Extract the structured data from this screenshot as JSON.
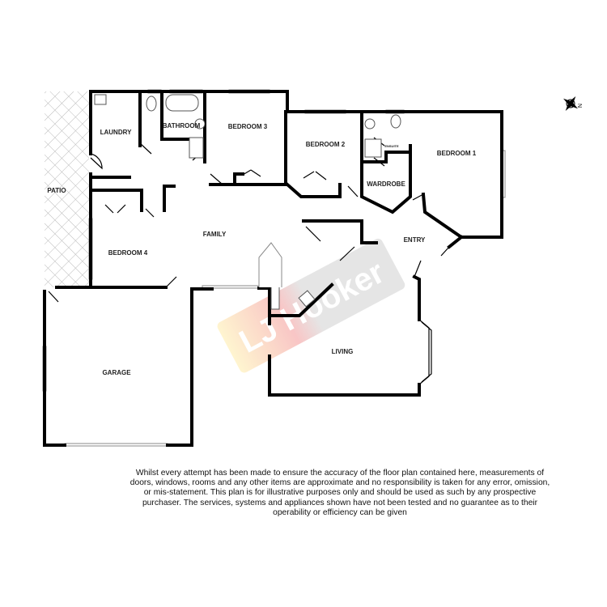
{
  "rooms": {
    "laundry": "LAUNDRY",
    "bathroom": "BATHROOM",
    "bedroom3": "BEDROOM 3",
    "bedroom2": "BEDROOM 2",
    "ensuite": "ENSUITE",
    "bedroom1": "BEDROOM 1",
    "wardrobe": "WARDROBE",
    "patio": "PATIO",
    "family": "FAMILY",
    "bedroom4": "BEDROOM 4",
    "entry": "ENTRY",
    "living": "LIVING",
    "garage": "GARAGE"
  },
  "watermark": "LJ Hooker",
  "compass_icon": "north-arrow-compass",
  "disclaimer": "Whilst every attempt has been made to ensure the accuracy of the floor plan contained here, measurements of doors, windows, rooms and any other items are approximate and no responsibility is taken for any error, omission, or mis-statement. This plan is for illustrative purposes only and should be used as such by any prospective purchaser. The services, systems and appliances shown have not been tested and no guarantee as to their operability or efficiency can be given",
  "colors": {
    "walls": "#000000",
    "watermark_red": "#e63a3a",
    "watermark_gray": "#d0d0d0"
  }
}
